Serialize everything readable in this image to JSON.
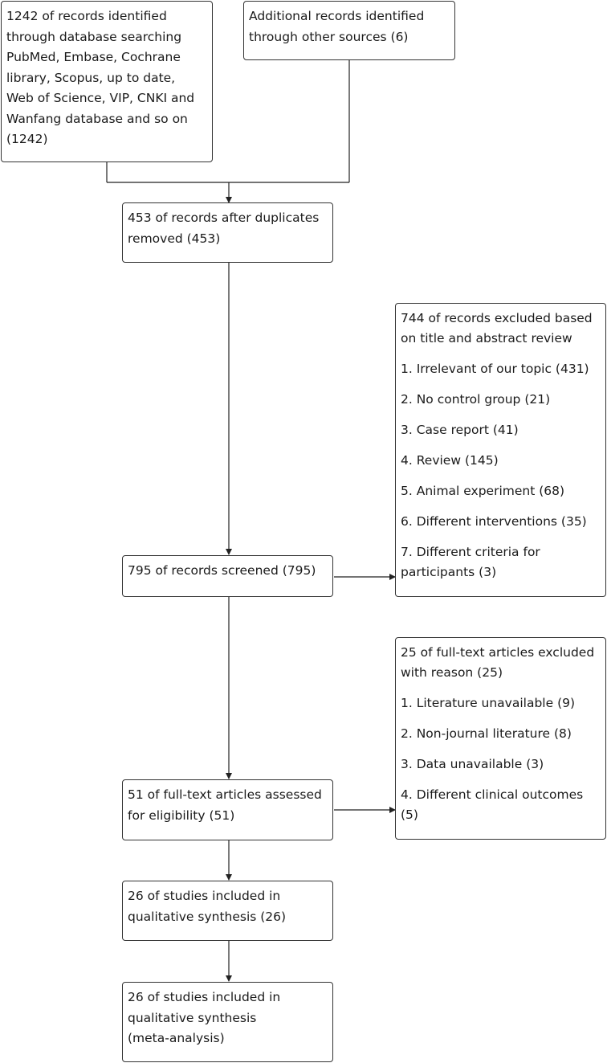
{
  "boxes": {
    "database_search": {
      "lines": [
        "1242 of records identified",
        "through database searching",
        "PubMed, Embase, Cochrane",
        "library, Scopus, up to date,",
        "Web of Science, VIP, CNKI and",
        "Wanfang database and so on",
        "(1242)"
      ]
    },
    "other_sources": {
      "lines": [
        "Additional records identified",
        "through other sources (6)"
      ]
    },
    "duplicates_removed": {
      "lines": [
        "453 of records after duplicates",
        "removed (453)"
      ]
    },
    "screened": {
      "lines": [
        "795 of records screened (795)"
      ]
    },
    "excluded_title_abstract": {
      "items": [
        [
          "744 of records excluded based",
          "on title and abstract review"
        ],
        [
          "1. Irrelevant of our topic (431)"
        ],
        [
          "2. No control group (21)"
        ],
        [
          "3. Case report (41)"
        ],
        [
          "4. Review (145)"
        ],
        [
          "5. Animal experiment (68)"
        ],
        [
          "6. Different interventions (35)"
        ],
        [
          "7. Different criteria for",
          "participants (3)"
        ]
      ]
    },
    "fulltext_assessed": {
      "lines": [
        "51 of full-text articles assessed",
        "for eligibility (51)"
      ]
    },
    "fulltext_excluded": {
      "items": [
        [
          "25 of full-text articles excluded",
          "with reason (25)"
        ],
        [
          "1. Literature unavailable (9)"
        ],
        [
          "2. Non-journal literature (8)"
        ],
        [
          "3. Data unavailable (3)"
        ],
        [
          "4. Different clinical outcomes",
          "(5)"
        ]
      ]
    },
    "qualitative_synthesis": {
      "lines": [
        "26 of studies included in",
        "qualitative synthesis (26)"
      ]
    },
    "meta_analysis": {
      "lines": [
        "26 of studies included in",
        "qualitative synthesis",
        "(meta-analysis)"
      ]
    }
  }
}
